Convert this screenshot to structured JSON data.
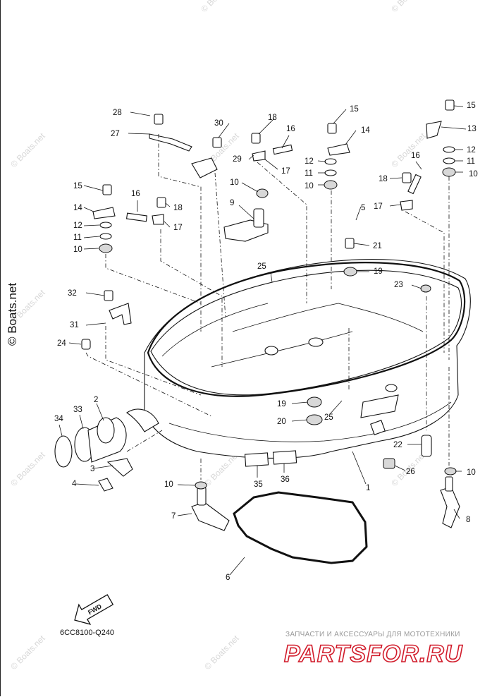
{
  "diagram": {
    "code": "6CC8100-Q240",
    "fwd_label": "FWD",
    "watermark": "© Boats.net",
    "brand_subtitle": "ЗАПЧАСТИ И АКСЕССУАРЫ ДЛЯ МОТОТЕХНИКИ",
    "brand_name": "PARTSFOR.RU",
    "callouts": [
      {
        "n": "1"
      },
      {
        "n": "2"
      },
      {
        "n": "3"
      },
      {
        "n": "4"
      },
      {
        "n": "5"
      },
      {
        "n": "6"
      },
      {
        "n": "7"
      },
      {
        "n": "8"
      },
      {
        "n": "9"
      },
      {
        "n": "10"
      },
      {
        "n": "10"
      },
      {
        "n": "10"
      },
      {
        "n": "10"
      },
      {
        "n": "10"
      },
      {
        "n": "10"
      },
      {
        "n": "11"
      },
      {
        "n": "11"
      },
      {
        "n": "11"
      },
      {
        "n": "12"
      },
      {
        "n": "12"
      },
      {
        "n": "12"
      },
      {
        "n": "13"
      },
      {
        "n": "14"
      },
      {
        "n": "14"
      },
      {
        "n": "15"
      },
      {
        "n": "15"
      },
      {
        "n": "15"
      },
      {
        "n": "16"
      },
      {
        "n": "16"
      },
      {
        "n": "16"
      },
      {
        "n": "17"
      },
      {
        "n": "17"
      },
      {
        "n": "17"
      },
      {
        "n": "18"
      },
      {
        "n": "18"
      },
      {
        "n": "18"
      },
      {
        "n": "19"
      },
      {
        "n": "19"
      },
      {
        "n": "20"
      },
      {
        "n": "21"
      },
      {
        "n": "22"
      },
      {
        "n": "23"
      },
      {
        "n": "24"
      },
      {
        "n": "25"
      },
      {
        "n": "25"
      },
      {
        "n": "26"
      },
      {
        "n": "27"
      },
      {
        "n": "28"
      },
      {
        "n": "29"
      },
      {
        "n": "30"
      },
      {
        "n": "31"
      },
      {
        "n": "32"
      },
      {
        "n": "33"
      },
      {
        "n": "34"
      },
      {
        "n": "35"
      },
      {
        "n": "36"
      }
    ]
  }
}
